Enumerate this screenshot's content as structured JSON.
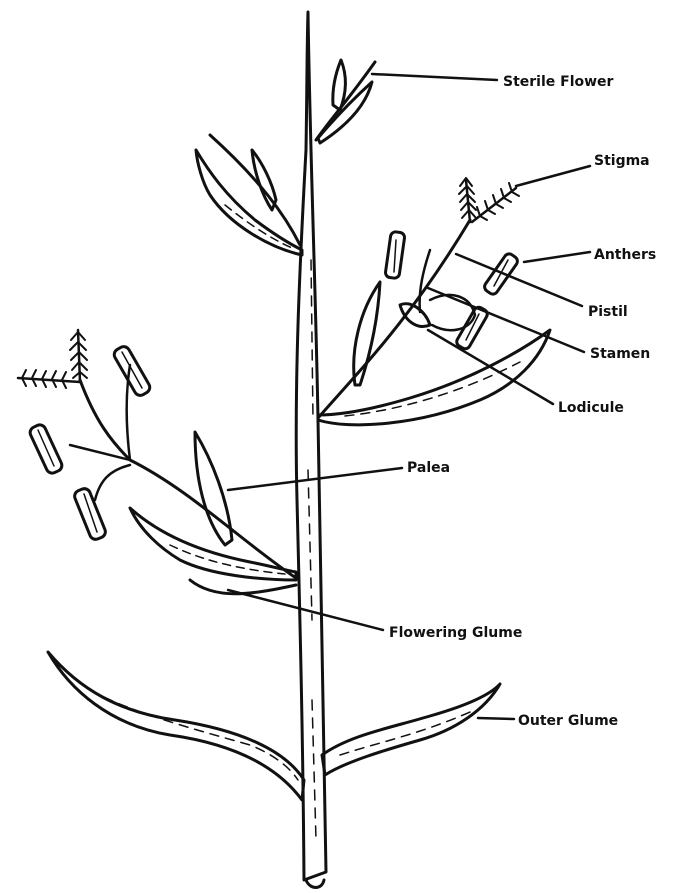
{
  "diagram": {
    "labels": {
      "sterile_flower": "Sterile Flower",
      "stigma": "Stigma",
      "anthers": "Anthers",
      "pistil": "Pistil",
      "stamen": "Stamen",
      "lodicule": "Lodicule",
      "palea": "Palea",
      "flowering_glume": "Flowering Glume",
      "outer_glume": "Outer Glume"
    }
  }
}
